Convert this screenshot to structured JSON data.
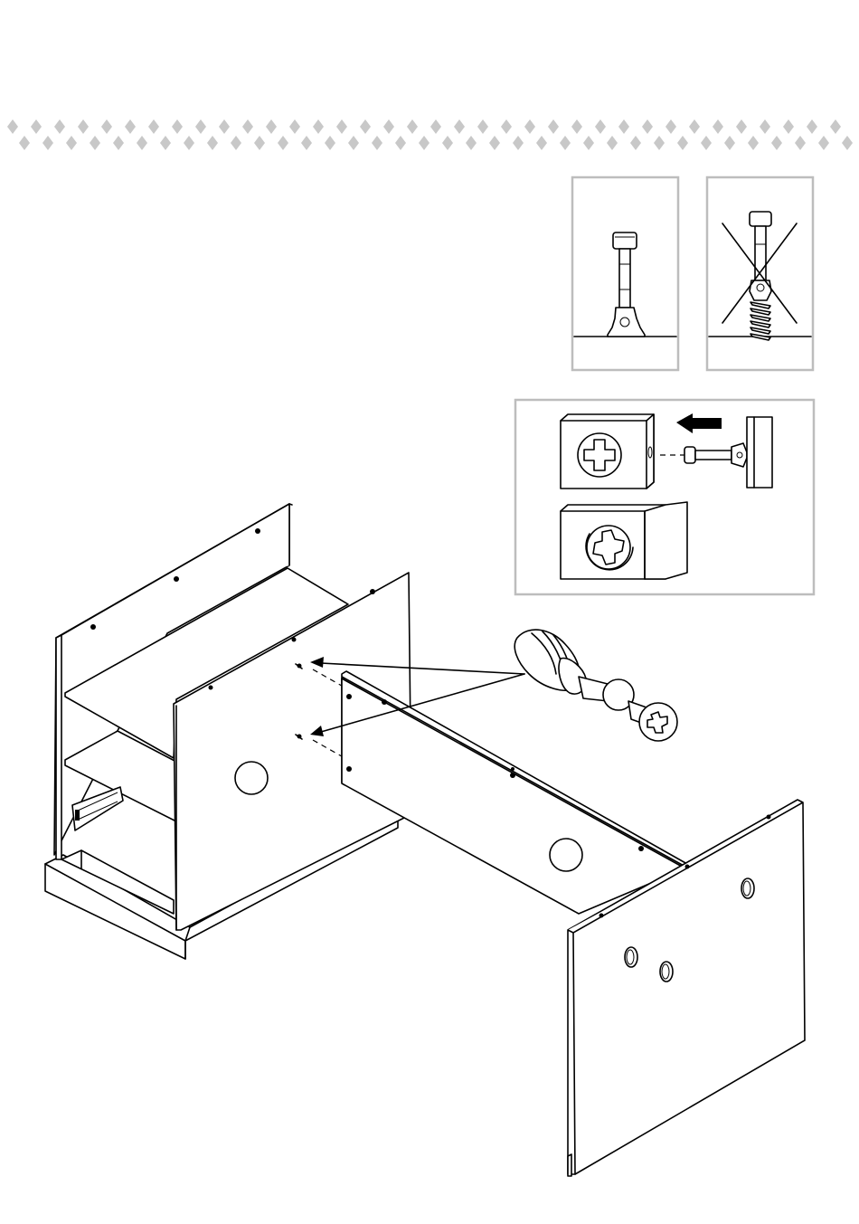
{
  "page": {
    "title": "",
    "step_number": ""
  },
  "divider": {
    "pattern_icon": "diamond-row-icon",
    "color": "#c8c8c8"
  },
  "inset_correct": {
    "icon": "cam-bolt-correct-icon",
    "status": "correct"
  },
  "inset_incorrect": {
    "icon": "cam-bolt-incorrect-icon",
    "status": "incorrect"
  },
  "inset_cam_lock": {
    "icons": [
      "cam-lock-insert-icon",
      "cam-lock-turn-icon",
      "push-arrow-icon"
    ]
  },
  "assembly": {
    "parts": [
      "cabinet-body",
      "top-shelf",
      "lower-shelf",
      "drawer-runner",
      "center-divider-panel",
      "back-rail-panel",
      "side-panel",
      "cam-bolt",
      "cam-lock"
    ],
    "colors": {
      "line": "#000000",
      "frame": "#bdbdbd"
    }
  }
}
